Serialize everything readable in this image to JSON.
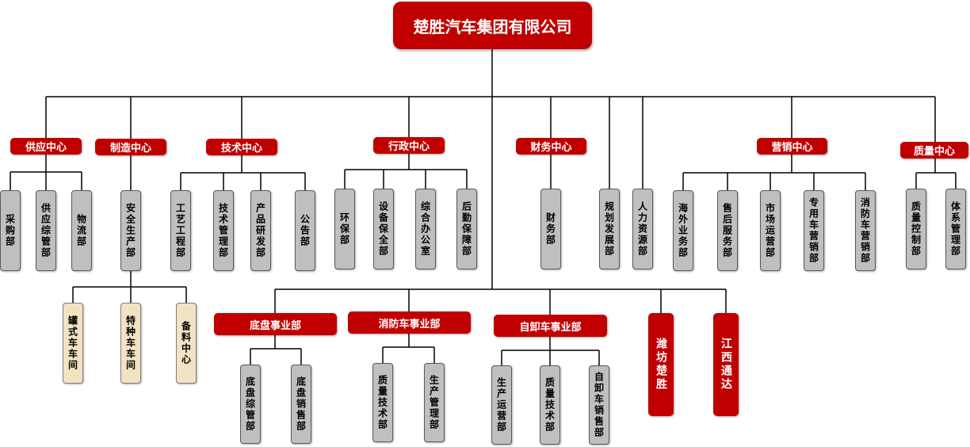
{
  "root": "楚胜汽车集团有限公司",
  "centers": [
    {
      "name": "供应中心",
      "depts": [
        "采购部",
        "供应综管部",
        "物流部"
      ]
    },
    {
      "name": "制造中心",
      "depts": [
        "安全生产部"
      ],
      "workshops": [
        "罐式车车间",
        "特种车车间",
        "备料中心"
      ]
    },
    {
      "name": "技术中心",
      "depts": [
        "工艺工程部",
        "技术管理部",
        "产品研发部",
        "公告部"
      ]
    },
    {
      "name": "行政中心",
      "depts": [
        "环保部",
        "设备保全部",
        "综合办公室",
        "后勤保障部"
      ]
    },
    {
      "name": "财务中心",
      "depts": [
        "财务部"
      ]
    },
    {
      "standalone": [
        "规划发展部",
        "人力资源部"
      ]
    },
    {
      "name": "营销中心",
      "depts": [
        "海外业务部",
        "售后服务部",
        "市场运营部",
        "专用车营销部",
        "消防车营销部"
      ]
    },
    {
      "name": "质量中心",
      "depts": [
        "质量控制部",
        "体系管理部"
      ]
    }
  ],
  "divisions": [
    {
      "name": "底盘事业部",
      "depts": [
        "底盘综管部",
        "底盘销售部"
      ]
    },
    {
      "name": "消防车事业部",
      "depts": [
        "质量技术部",
        "生产管理部"
      ]
    },
    {
      "name": "自卸车事业部",
      "depts": [
        "生产运营部",
        "质量技术部",
        "自卸车销售部"
      ]
    }
  ],
  "subsidiaries": [
    "潍坊楚胜",
    "江西通达"
  ]
}
